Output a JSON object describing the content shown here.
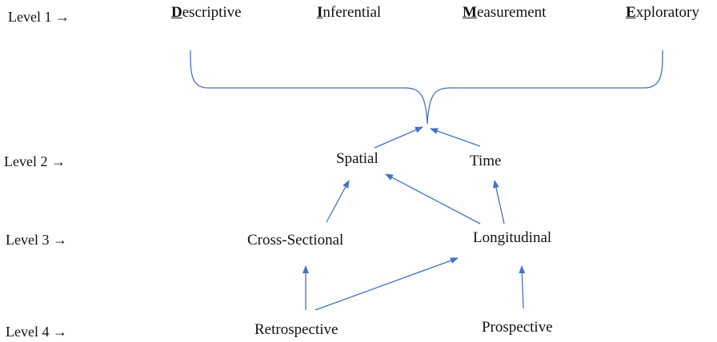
{
  "levels": {
    "level1": "Level 1 →",
    "level2": "Level 2 →",
    "level3": "Level 3 →",
    "level4": "Level 4 →"
  },
  "level1_terms": {
    "descriptive": {
      "initial": "D",
      "rest": "escriptive"
    },
    "inferential": {
      "initial": "I",
      "rest": "nferential"
    },
    "measurement": {
      "initial": "M",
      "rest": "easurement"
    },
    "exploratory": {
      "initial": "E",
      "rest": "xploratory"
    }
  },
  "level2_terms": {
    "spatial": "Spatial",
    "time": "Time"
  },
  "level3_terms": {
    "cross_sectional": "Cross-Sectional",
    "longitudinal": "Longitudinal"
  },
  "level4_terms": {
    "retrospective": "Retrospective",
    "prospective": "Prospective"
  },
  "colors": {
    "arrow": "#4472C4",
    "text": "#111111"
  }
}
